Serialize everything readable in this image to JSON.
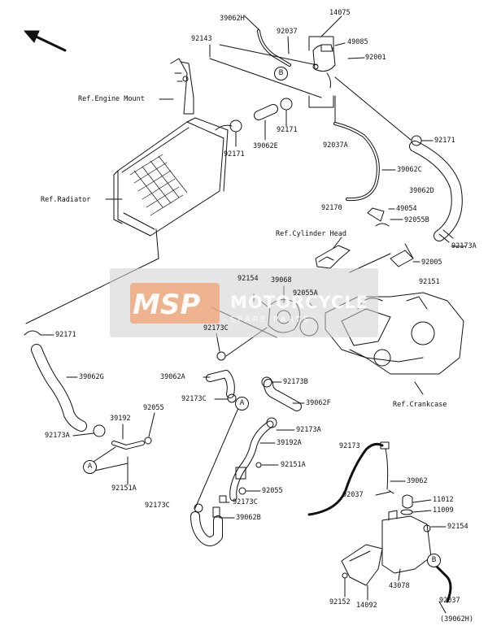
{
  "labels": {
    "p39062H": "39062H",
    "p92037_top": "92037",
    "p14075": "14075",
    "p49085": "49085",
    "p92143": "92143",
    "p92001": "92001",
    "ref_engine_mount": "Ref.Engine Mount",
    "p92171_a": "92171",
    "p92171_b": "92171",
    "p39062E": "39062E",
    "p92037A": "92037A",
    "p92171_c": "92171",
    "ref_radiator": "Ref.Radiator",
    "p39062C": "39062C",
    "p39062D": "39062D",
    "p92170": "92170",
    "p49054": "49054",
    "p92055B": "92055B",
    "ref_cylinder_head": "Ref.Cylinder Head",
    "p92173A_a": "92173A",
    "p92005": "92005",
    "p92154_a": "92154",
    "p39068": "39068",
    "p92151": "92151",
    "p92055A": "92055A",
    "p92173C_a": "92173C",
    "p92171_d": "92171",
    "p39062G": "39062G",
    "p39062A": "39062A",
    "p92173B": "92173B",
    "p92173C_b": "92173C",
    "p39062F": "39062F",
    "ref_crankcase": "Ref.Crankcase",
    "p39192": "39192",
    "p92055_a": "92055",
    "p92173A_b": "92173A",
    "p92173A_c": "92173A",
    "p39192A": "39192A",
    "p92151A_a": "92151A",
    "p92151A_b": "92151A",
    "p92173": "92173",
    "p39062": "39062",
    "p92055_b": "92055",
    "p92037_mid": "92037",
    "p11012": "11012",
    "p92173C_c": "92173C",
    "p92173C_d": "92173C",
    "p11009": "11009",
    "p39062B": "39062B",
    "p92154_b": "92154",
    "p43078": "43078",
    "p92152": "92152",
    "p14092": "14092",
    "p92037_bot": "92037",
    "p39062H_ref": "(39062H)"
  },
  "markers": {
    "A": "A",
    "B": "B"
  },
  "watermark": {
    "logo": "MSP",
    "name": "MOTORCYCLE",
    "sub": "SPARE PARTS"
  },
  "colors": {
    "line": "#111111",
    "watermark_band": "#cfcfcf",
    "watermark_badge": "#f0a070"
  }
}
